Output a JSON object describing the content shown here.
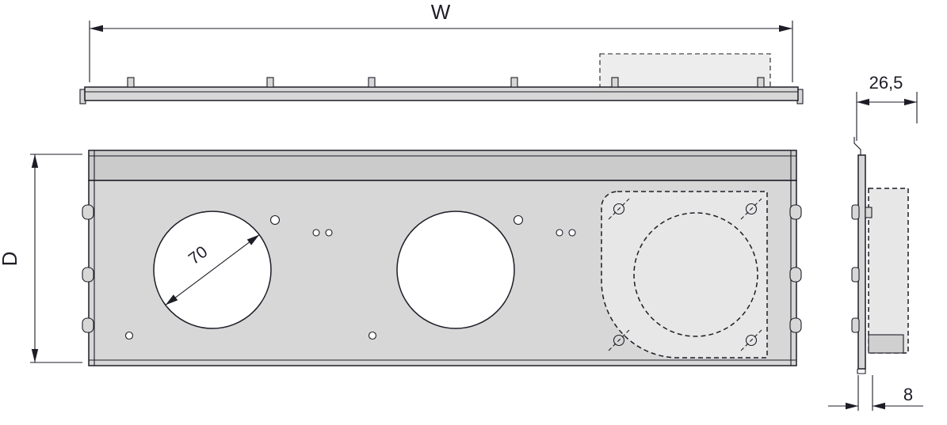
{
  "colors": {
    "line": "#1d1d27",
    "plate": "#d7d7d7",
    "band": "#cbcbcb",
    "fan": "#e7e7e7",
    "hole": "#ffffff",
    "strip": "#d7d7d7",
    "footprint": "#ededed",
    "bracket": "#d0d0d0",
    "background": "#ffffff"
  },
  "dimensions": {
    "width_label": "W",
    "depth_label": "D",
    "hole_diameter": "70",
    "side_depth": "26,5",
    "thickness": "8"
  }
}
